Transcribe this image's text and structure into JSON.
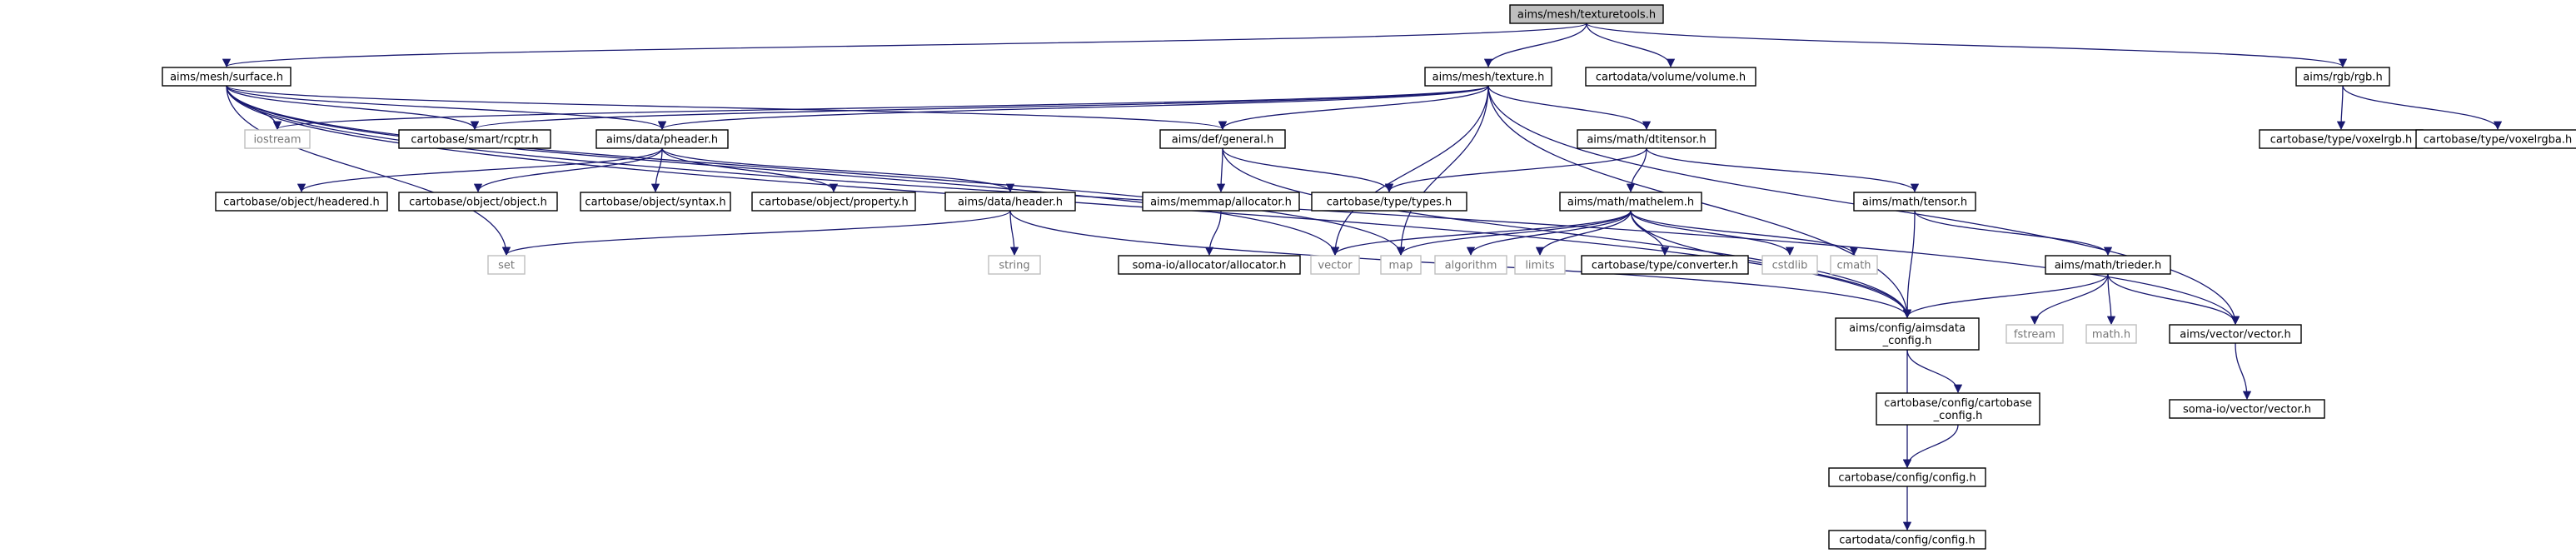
{
  "colors": {
    "edge": "#191970",
    "root_fill": "#bfbfbf",
    "node_border": "#000000",
    "system_border": "#bfbfbf",
    "system_text": "#777777"
  },
  "nodes": [
    {
      "id": "texturetools",
      "label": "aims/mesh/texturetools.h",
      "kind": "root"
    },
    {
      "id": "surface",
      "label": "aims/mesh/surface.h",
      "kind": "normal"
    },
    {
      "id": "texture",
      "label": "aims/mesh/texture.h",
      "kind": "normal"
    },
    {
      "id": "volume",
      "label": "cartodata/volume/volume.h",
      "kind": "normal"
    },
    {
      "id": "rgb",
      "label": "aims/rgb/rgb.h",
      "kind": "normal"
    },
    {
      "id": "iostream",
      "label": "iostream",
      "kind": "system"
    },
    {
      "id": "rcptr",
      "label": "cartobase/smart/rcptr.h",
      "kind": "normal"
    },
    {
      "id": "pheader",
      "label": "aims/data/pheader.h",
      "kind": "normal"
    },
    {
      "id": "general",
      "label": "aims/def/general.h",
      "kind": "normal"
    },
    {
      "id": "dtitensor",
      "label": "aims/math/dtitensor.h",
      "kind": "normal"
    },
    {
      "id": "voxelrgb",
      "label": "cartobase/type/voxelrgb.h",
      "kind": "normal"
    },
    {
      "id": "voxelrgba",
      "label": "cartobase/type/voxelrgba.h",
      "kind": "normal"
    },
    {
      "id": "headered",
      "label": "cartobase/object/headered.h",
      "kind": "normal"
    },
    {
      "id": "object",
      "label": "cartobase/object/object.h",
      "kind": "normal"
    },
    {
      "id": "syntax",
      "label": "cartobase/object/syntax.h",
      "kind": "normal"
    },
    {
      "id": "property",
      "label": "cartobase/object/property.h",
      "kind": "normal"
    },
    {
      "id": "header",
      "label": "aims/data/header.h",
      "kind": "normal"
    },
    {
      "id": "memallocator",
      "label": "aims/memmap/allocator.h",
      "kind": "normal"
    },
    {
      "id": "types",
      "label": "cartobase/type/types.h",
      "kind": "normal"
    },
    {
      "id": "mathelem",
      "label": "aims/math/mathelem.h",
      "kind": "normal"
    },
    {
      "id": "tensor",
      "label": "aims/math/tensor.h",
      "kind": "normal"
    },
    {
      "id": "set",
      "label": "set",
      "kind": "system"
    },
    {
      "id": "string",
      "label": "string",
      "kind": "system"
    },
    {
      "id": "somaallocator",
      "label": "soma-io/allocator/allocator.h",
      "kind": "normal"
    },
    {
      "id": "vector",
      "label": "vector",
      "kind": "system"
    },
    {
      "id": "map",
      "label": "map",
      "kind": "system"
    },
    {
      "id": "algorithm",
      "label": "algorithm",
      "kind": "system"
    },
    {
      "id": "limits",
      "label": "limits",
      "kind": "system"
    },
    {
      "id": "converter",
      "label": "cartobase/type/converter.h",
      "kind": "normal"
    },
    {
      "id": "cstdlib",
      "label": "cstdlib",
      "kind": "system"
    },
    {
      "id": "cmath",
      "label": "cmath",
      "kind": "system"
    },
    {
      "id": "trieder",
      "label": "aims/math/trieder.h",
      "kind": "normal"
    },
    {
      "id": "aimsdataconfig",
      "label": [
        "aims/config/aimsdata",
        "_config.h"
      ],
      "kind": "normal"
    },
    {
      "id": "fstream",
      "label": "fstream",
      "kind": "system"
    },
    {
      "id": "mathh",
      "label": "math.h",
      "kind": "system"
    },
    {
      "id": "aimsvector",
      "label": "aims/vector/vector.h",
      "kind": "normal"
    },
    {
      "id": "cartobaseconfig",
      "label": [
        "cartobase/config/cartobase",
        "_config.h"
      ],
      "kind": "normal"
    },
    {
      "id": "somavector",
      "label": "soma-io/vector/vector.h",
      "kind": "normal"
    },
    {
      "id": "config",
      "label": "cartobase/config/config.h",
      "kind": "normal"
    },
    {
      "id": "cartodataconfig",
      "label": "cartodata/config/config.h",
      "kind": "normal"
    }
  ],
  "edges": [
    [
      "texturetools",
      "surface"
    ],
    [
      "texturetools",
      "texture"
    ],
    [
      "texturetools",
      "volume"
    ],
    [
      "texturetools",
      "rgb"
    ],
    [
      "surface",
      "iostream"
    ],
    [
      "surface",
      "rcptr"
    ],
    [
      "surface",
      "pheader"
    ],
    [
      "surface",
      "general"
    ],
    [
      "surface",
      "vector"
    ],
    [
      "surface",
      "map"
    ],
    [
      "surface",
      "set"
    ],
    [
      "surface",
      "aimsdataconfig"
    ],
    [
      "surface",
      "aimsvector"
    ],
    [
      "texture",
      "iostream"
    ],
    [
      "texture",
      "rcptr"
    ],
    [
      "texture",
      "pheader"
    ],
    [
      "texture",
      "general"
    ],
    [
      "texture",
      "dtitensor"
    ],
    [
      "texture",
      "vector"
    ],
    [
      "texture",
      "map"
    ],
    [
      "texture",
      "aimsdataconfig"
    ],
    [
      "texture",
      "aimsvector"
    ],
    [
      "rgb",
      "voxelrgb"
    ],
    [
      "rgb",
      "voxelrgba"
    ],
    [
      "pheader",
      "headered"
    ],
    [
      "pheader",
      "object"
    ],
    [
      "pheader",
      "syntax"
    ],
    [
      "pheader",
      "property"
    ],
    [
      "pheader",
      "header"
    ],
    [
      "header",
      "set"
    ],
    [
      "header",
      "string"
    ],
    [
      "header",
      "aimsdataconfig"
    ],
    [
      "general",
      "memallocator"
    ],
    [
      "general",
      "types"
    ],
    [
      "general",
      "aimsdataconfig"
    ],
    [
      "memallocator",
      "somaallocator"
    ],
    [
      "dtitensor",
      "types"
    ],
    [
      "dtitensor",
      "mathelem"
    ],
    [
      "dtitensor",
      "tensor"
    ],
    [
      "mathelem",
      "vector"
    ],
    [
      "mathelem",
      "map"
    ],
    [
      "mathelem",
      "algorithm"
    ],
    [
      "mathelem",
      "limits"
    ],
    [
      "mathelem",
      "converter"
    ],
    [
      "mathelem",
      "cstdlib"
    ],
    [
      "mathelem",
      "cmath"
    ],
    [
      "mathelem",
      "aimsdataconfig"
    ],
    [
      "tensor",
      "trieder"
    ],
    [
      "tensor",
      "aimsdataconfig"
    ],
    [
      "trieder",
      "aimsdataconfig"
    ],
    [
      "trieder",
      "fstream"
    ],
    [
      "trieder",
      "mathh"
    ],
    [
      "trieder",
      "aimsvector"
    ],
    [
      "aimsdataconfig",
      "cartobaseconfig"
    ],
    [
      "aimsdataconfig",
      "config"
    ],
    [
      "cartobaseconfig",
      "config"
    ],
    [
      "aimsvector",
      "somavector"
    ],
    [
      "config",
      "cartodataconfig"
    ]
  ]
}
